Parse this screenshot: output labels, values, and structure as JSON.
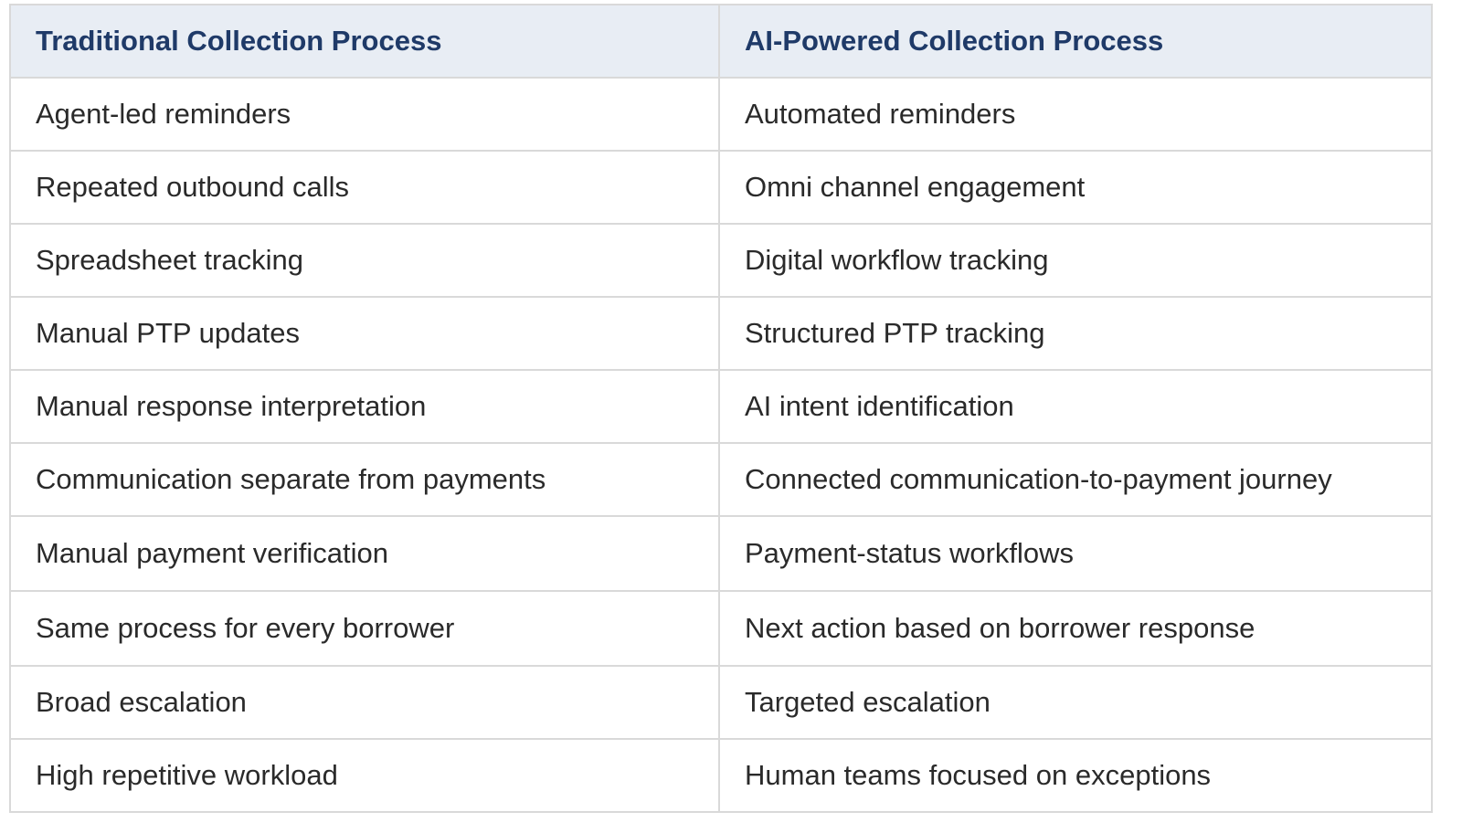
{
  "table": {
    "headers": [
      "Traditional Collection Process",
      "AI-Powered Collection Process"
    ],
    "rows": [
      [
        "Agent-led reminders",
        "Automated reminders"
      ],
      [
        "Repeated outbound calls",
        "Omni channel engagement"
      ],
      [
        "Spreadsheet tracking",
        "Digital workflow tracking"
      ],
      [
        "Manual PTP updates",
        "Structured PTP tracking"
      ],
      [
        "Manual response interpretation",
        "AI intent identification"
      ],
      [
        "Communication separate from payments",
        "Connected communication-to-payment journey"
      ],
      [
        "Manual payment verification",
        "Payment-status workflows"
      ],
      [
        "Same process for every borrower",
        "Next action based on borrower response"
      ],
      [
        "Broad escalation",
        "Targeted escalation"
      ],
      [
        "High repetitive workload",
        "Human teams focused on exceptions"
      ]
    ]
  },
  "colors": {
    "header_background": "#e8edf4",
    "header_text": "#1f3a68",
    "border": "#d9d9d9",
    "body_text": "#2a2a2a"
  }
}
